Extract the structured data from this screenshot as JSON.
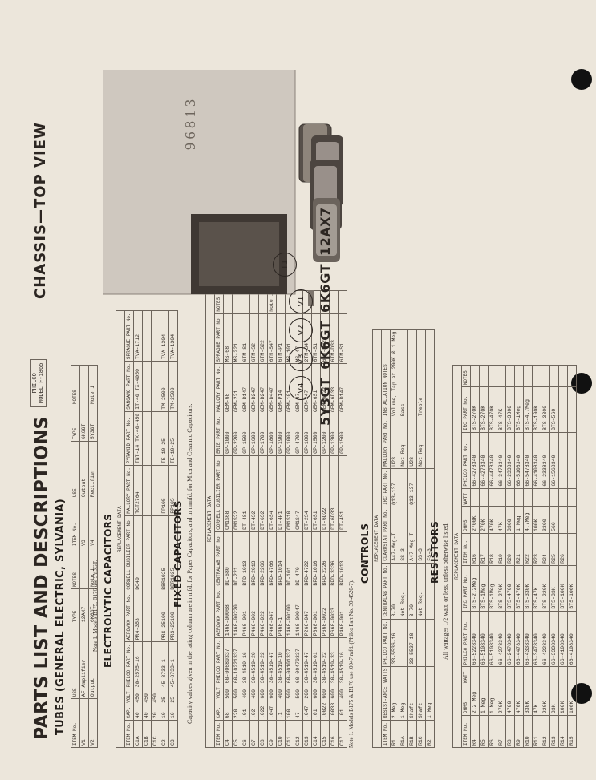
{
  "page": {
    "title": "PARTS LIST AND DESCRIPTIONS",
    "tubes_heading": "TUBES (GENERAL ELECTRIC, SYLVANIA)",
    "chassis_heading": "CHASSIS—TOP VIEW",
    "model_box": [
      "PHILCO",
      "MODEL F-1865"
    ]
  },
  "tubes": {
    "headers": [
      "ITEM No.",
      "USE",
      "TYPE",
      "NOTES",
      "ITEM No.",
      "USE",
      "TYPE",
      "NOTES"
    ],
    "rows": [
      [
        "V1",
        "AF Amplifier",
        "12AX7",
        "",
        "V3",
        "Output",
        "6K6GT",
        ""
      ],
      [
        "V2",
        "Output",
        "6K6GT",
        "Note 1",
        "V4",
        "Rectifier",
        "5Y3GT",
        "Note 1"
      ]
    ],
    "note": "Note 1. Models B175, B176 use 5Y3GT."
  },
  "electrolytic": {
    "heading": "ELECTROLYTIC CAPACITORS",
    "sub": "REPLACEMENT DATA",
    "headers": [
      "ITEM No.",
      "CAP.",
      "VOLT",
      "PHILCO PART No.",
      "AEROVOX PART No.",
      "CORNELL DUBILIER PART No.",
      "MALLORY PART No.",
      "PYRAMID PART No.",
      "SANGAMO PART No.",
      "SPRAGUE PART No."
    ],
    "rows": [
      [
        "C1A",
        "40",
        "450",
        "30-2575-16",
        "PR4-353",
        "DC40",
        "TCT2764",
        "TNT-14 TX-40-450",
        "IT-40 TX-4050",
        "TVA-1712"
      ],
      [
        "C1B",
        "40",
        "450",
        "",
        "",
        "",
        "",
        "",
        "",
        ""
      ],
      [
        "C1C",
        "20",
        "450",
        "",
        "",
        "",
        "",
        "",
        "",
        ""
      ],
      [
        "C2",
        "10",
        "25",
        "45-8733-1",
        "PRS-25100",
        "BBR1025",
        "FP105",
        "TE-10-25",
        "TM-2500",
        "TVA-1304"
      ],
      [
        "C3",
        "10",
        "25",
        "45-8733-1",
        "PRS-25100",
        "BBR1025",
        "FP105",
        "TE-10-25",
        "TM-2500",
        "TVA-1304"
      ]
    ]
  },
  "fixed": {
    "heading": "FIXED CAPACITORS",
    "note": "Capacity values given in the rating column are in mfd. for Paper Capacitors, and in mmfd. for Mica and Ceramic Capacitors.",
    "sub": "REPLACEMENT DATA",
    "headers": [
      "ITEM No.",
      "CAP.",
      "VOLT",
      "PHILCO PART No.",
      "AEROVOX PART No.",
      "CENTRALAB PART No.",
      "CORNELL DUBILIER PART No.",
      "ERIE PART No.",
      "MALLORY PART No.",
      "SPRAGUE PART No.",
      "NOTES"
    ],
    "rows": [
      [
        "C4",
        "68",
        "500",
        "60-00680337",
        "1468-00068",
        "DD-680",
        "CM1S68",
        "GP-1000",
        "GEM-68",
        "MS-68",
        ""
      ],
      [
        "C5",
        "220",
        "500",
        "60-10221337",
        "1468-00220",
        "DD-221",
        "CM1S22",
        "GP-2200",
        "GEM-221",
        "MS-221",
        ""
      ],
      [
        "C6",
        ".01",
        "400",
        "30-4519-16",
        "P468-001",
        "BFD-1013",
        "DT-4S1",
        "GP-1500",
        "GEM-D147",
        "6TM-S1",
        ""
      ],
      [
        "C7",
        ".02",
        "400",
        "30-4519-20",
        "P468-002",
        "BFD-2013",
        "DT-4S2",
        "GP-1600",
        "GEM-D247",
        "6TM-S2",
        ""
      ],
      [
        "C8",
        ".022",
        "600",
        "30-4519-22",
        "P468-022",
        "BFD-2266",
        "DT-6S2",
        "GP-1700",
        "GEM-D247",
        "6TM-S22",
        ""
      ],
      [
        "C9",
        ".047",
        "600",
        "30-4519-47",
        "P468-047",
        "BFD-4766",
        "DT-6S4",
        "GP-1800",
        "GEM-D447",
        "6TM-S47",
        "Note 1"
      ],
      [
        "C10",
        ".1",
        "400",
        "30-4519-10",
        "P468-1",
        "BFD-1014",
        "DT-4P1",
        "GP-1900",
        "GEM-P14",
        "6TM-P1",
        ""
      ],
      [
        "C11",
        "100",
        "500",
        "60-00101337",
        "1468-00100",
        "DD-101",
        "CM1S10",
        "GP-1000",
        "GEM-101",
        "MS-101",
        ""
      ],
      [
        "C12",
        "47",
        "500",
        "60-00470337",
        "1468-00047",
        "DD-470",
        "CM1S47",
        "GP-4700",
        "GEM-47",
        "MS-47",
        ""
      ],
      [
        "C13",
        ".047",
        "200",
        "30-4519-47",
        "P268-047",
        "BFD-4722",
        "DT-2S4",
        "GP-1800",
        "GEM-247",
        "2TM-S47",
        ""
      ],
      [
        "C14",
        ".01",
        "600",
        "30-4519-01",
        "P668-001",
        "BFD-1016",
        "DT-6S1",
        "GP-1500",
        "GEM-6S1",
        "6TM-S1",
        ""
      ],
      [
        "C15",
        ".0022",
        "600",
        "30-4519-22",
        "P668-0022",
        "BFD-2226",
        "DT-6D22",
        "GP-1200",
        "GEM-6D22",
        "6TM-D22",
        ""
      ],
      [
        "C16",
        ".0033",
        "600",
        "30-4519-33",
        "P668-0033",
        "BFD-3336",
        "DT-6D33",
        "GP-1300",
        "GEM-6D33",
        "6TM-D33",
        ""
      ],
      [
        "C17",
        ".01",
        "400",
        "30-4519-16",
        "P468-001",
        "BFD-1013",
        "DT-4S1",
        "GP-1500",
        "GEM-D147",
        "6TM-S1",
        ""
      ]
    ],
    "footnote": "Note 1. Models B175 & B176 use .0047 mfd. (Philco Part No. 30-4520-7)."
  },
  "controls": {
    "heading": "CONTROLS",
    "sub": "REPLACEMENT DATA",
    "headers": [
      "ITEM No.",
      "RESIST-ANCE",
      "WATTS",
      "PHILCO PART No.",
      "CENTRALAB PART No.",
      "CLAROSTAT PART No.",
      "IRC PART No.",
      "MALLORY PART No.",
      "INSTALLATION NOTES"
    ],
    "rows": [
      [
        "R1",
        "2 Meg",
        "",
        "33-5536-16",
        "B-70",
        "A47-Meg-T",
        "Q13-137",
        "U23",
        "Volume, Tap at 200K & 1 Meg"
      ],
      [
        "R1A",
        "1 Meg",
        "",
        "",
        "Not Req.",
        "SS-3",
        "",
        "Not Req.",
        "Bass"
      ],
      [
        "R1B",
        "Shaft",
        "",
        "33-5537-18",
        "B-70",
        "A47-Meg-T",
        "Q13-137",
        "U28",
        ""
      ],
      [
        "R1C",
        "Shaft",
        "",
        "",
        "Not Req.",
        "SS-3",
        "",
        "Not Req.",
        "Treble"
      ],
      [
        "R2",
        "1 Meg",
        "",
        "",
        "",
        "FS-3",
        "",
        "",
        ""
      ]
    ]
  },
  "resistors": {
    "heading": "RESISTORS",
    "note": "All wattages 1/2 watt, or less, unless otherwise listed.",
    "sub": "REPLACEMENT DATA",
    "headers": [
      "ITEM No.",
      "OHMS",
      "WATT",
      "PHILCO PART No.",
      "IRC PART No.",
      "ITEM No.",
      "OHMS",
      "WATT",
      "PHILCO PART No.",
      "IRC PART No.",
      "NOTES"
    ],
    "rows": [
      [
        "R4",
        "2.2 Meg",
        "",
        "66-5228340",
        "BTS-2.2Meg",
        "R16",
        "2700K",
        "",
        "66-4278340",
        "BTS-270K",
        ""
      ],
      [
        "R5",
        "1 Meg",
        "",
        "66-5108340",
        "BTS-1Meg",
        "R17",
        "270K",
        "",
        "66-4278340",
        "BTS-270K",
        ""
      ],
      [
        "R6",
        "1 Meg",
        "",
        "66-5108340",
        "BTS-1Meg",
        "R18",
        "470K",
        "",
        "66-4478340",
        "BTS-470K",
        ""
      ],
      [
        "R7",
        "270K",
        "",
        "66-4278340",
        "BTS-270K",
        "R19",
        "47K",
        "",
        "66-3478340",
        "BTS-47K",
        ""
      ],
      [
        "R8",
        "4700",
        "",
        "66-2478340",
        "BTS-4700",
        "R20",
        "3300",
        "",
        "66-2338340",
        "BTS-3300",
        ""
      ],
      [
        "R9",
        "470K",
        "",
        "66-4478340",
        "BTS-470K",
        "R21",
        "1 Meg",
        "",
        "66-5108340",
        "BTS-1Meg",
        ""
      ],
      [
        "R10",
        "330K",
        "",
        "66-4338340",
        "BTS-330K",
        "R22",
        "4.7Meg",
        "",
        "66-5478340",
        "BTS-4.7Meg",
        ""
      ],
      [
        "R11",
        "47K",
        "",
        "66-3478340",
        "BTS-47K",
        "R23",
        "100K",
        "",
        "66-4108340",
        "BTS-100K",
        ""
      ],
      [
        "R12",
        "220K",
        "",
        "66-4228340",
        "BTS-220K",
        "R24",
        "3300",
        "",
        "66-2338340",
        "BTS-3300",
        ""
      ],
      [
        "R13",
        "33K",
        "",
        "66-3338340",
        "BTS-33K",
        "R25",
        "560",
        "",
        "66-1568340",
        "BTS-560",
        ""
      ],
      [
        "R14",
        "100K",
        "",
        "66-4108340",
        "BTS-100K",
        "R26",
        "",
        "",
        "",
        "",
        ""
      ],
      [
        "R15",
        "100K",
        "",
        "66-4108340",
        "BTS-100K",
        "",
        "",
        "",
        "",
        "",
        ""
      ]
    ]
  },
  "chassis": {
    "tube_labels": [
      "5Y3GT",
      "6K6GT",
      "6K6GT",
      "12AX7"
    ],
    "callouts": [
      "V4",
      "V3",
      "V2",
      "V1",
      "T1"
    ],
    "stamp": "9 6 8 1 3"
  }
}
